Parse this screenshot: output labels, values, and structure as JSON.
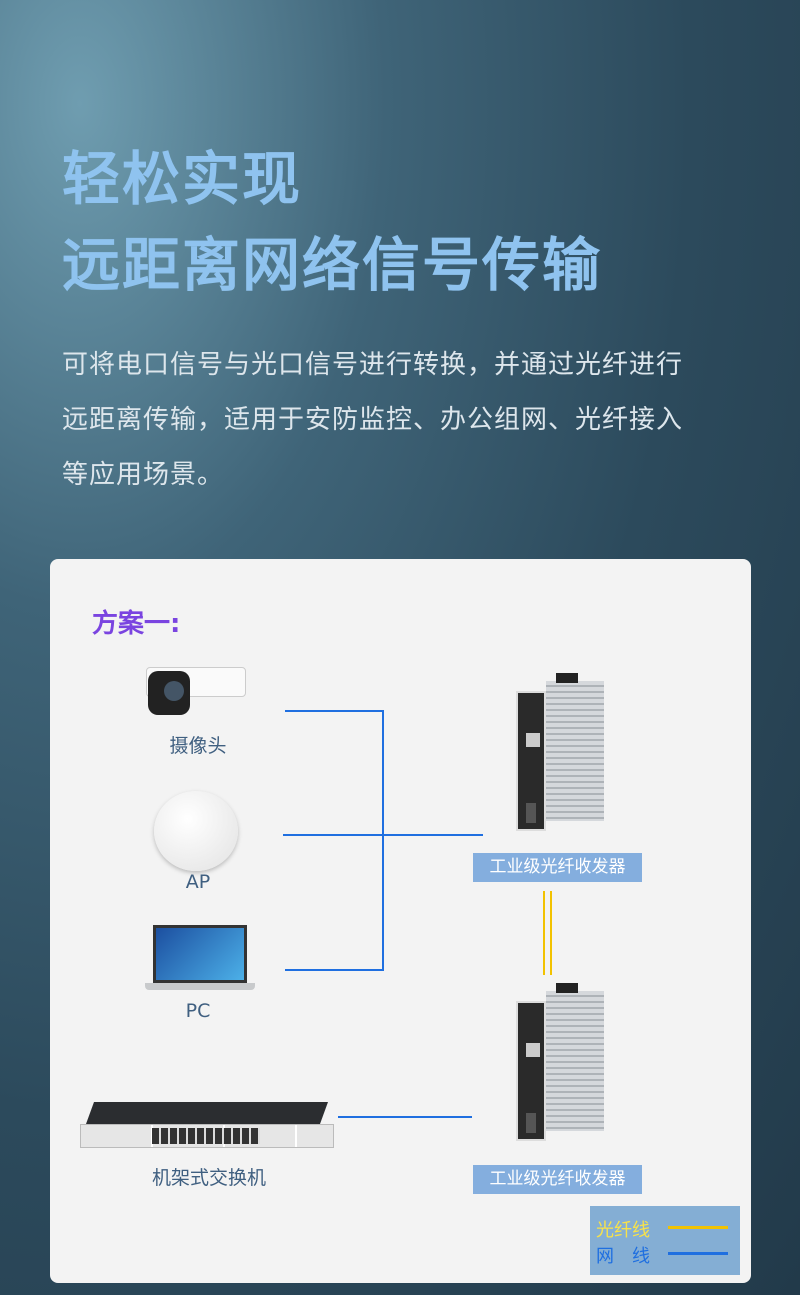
{
  "header": {
    "title_line1": "轻松实现",
    "title_line2": "远距离网络信号传输",
    "description": "可将电口信号与光口信号进行转换，并通过光纤进行远距离传输，适用于安防监控、办公组网、光纤接入等应用场景。"
  },
  "diagram": {
    "plan_label": "方案一:",
    "devices": {
      "camera": "摄像头",
      "ap": "AP",
      "pc": "PC",
      "switch": "机架式交换机",
      "converter_top": "工业级光纤收发器",
      "converter_bottom": "工业级光纤收发器"
    },
    "legend": {
      "fiber_label": "光纤线",
      "network_label": "网　线",
      "fiber_color": "#f2c200",
      "network_color": "#1f6fe0"
    }
  }
}
